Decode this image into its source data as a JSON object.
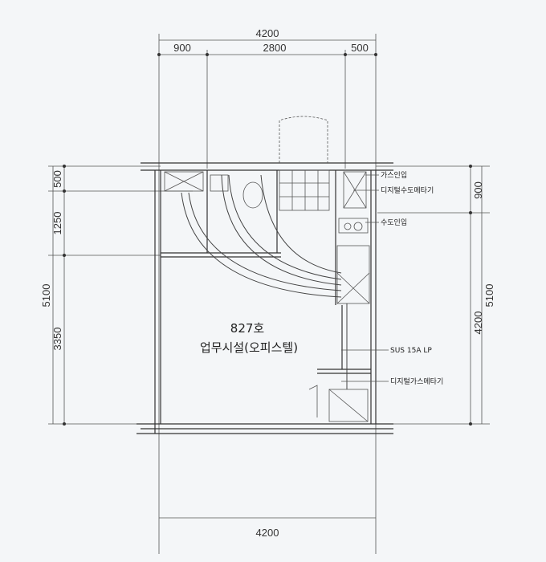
{
  "dimensions": {
    "top_total": "4200",
    "top_segments": [
      "900",
      "2800",
      "500"
    ],
    "bottom_total": "4200",
    "left_total": "5100",
    "left_segments": [
      "500",
      "1250",
      "3350"
    ],
    "right_total": "5100",
    "right_segments": [
      "900",
      "4200"
    ]
  },
  "room": {
    "number": "827호",
    "use": "업무시설(오피스텔)"
  },
  "annotations": [
    "가스인입",
    "디지털수도메타기",
    "수도인입",
    "SUS 15A LP",
    "디지털가스메타기"
  ]
}
